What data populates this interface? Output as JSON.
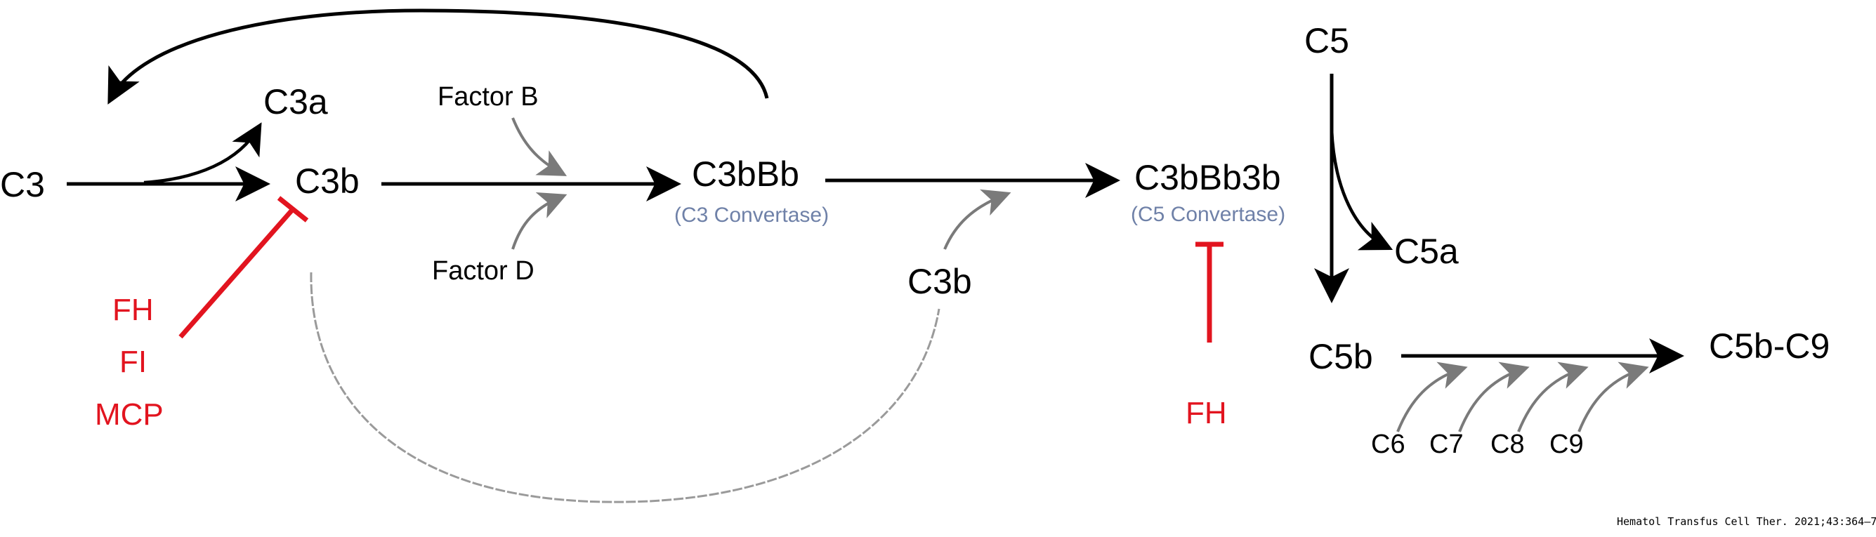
{
  "nodes": {
    "c3": "C3",
    "c3a": "C3a",
    "c3b": "C3b",
    "factor_b": "Factor B",
    "factor_d": "Factor D",
    "c3bbb": "C3bBb",
    "c3_convertase": "(C3 Convertase)",
    "c3b_second": "C3b",
    "c3bbb3b": "C3bBb3b",
    "c5_convertase": "(C5 Convertase)",
    "c5": "C5",
    "c5a": "C5a",
    "c5b": "C5b",
    "c5b_c9": "C5b-C9",
    "c6": "C6",
    "c7": "C7",
    "c8": "C8",
    "c9": "C9"
  },
  "regulators": {
    "left": [
      "FH",
      "FI",
      "MCP"
    ],
    "right": "FH"
  },
  "citation": "Hematol Transfus Cell Ther. 2021;43:364–7",
  "colors": {
    "main_arrow": "#000000",
    "helper_arrow": "#7a7a7a",
    "inhibitor": "#e2141f",
    "convertase_label": "#6f81a8"
  }
}
